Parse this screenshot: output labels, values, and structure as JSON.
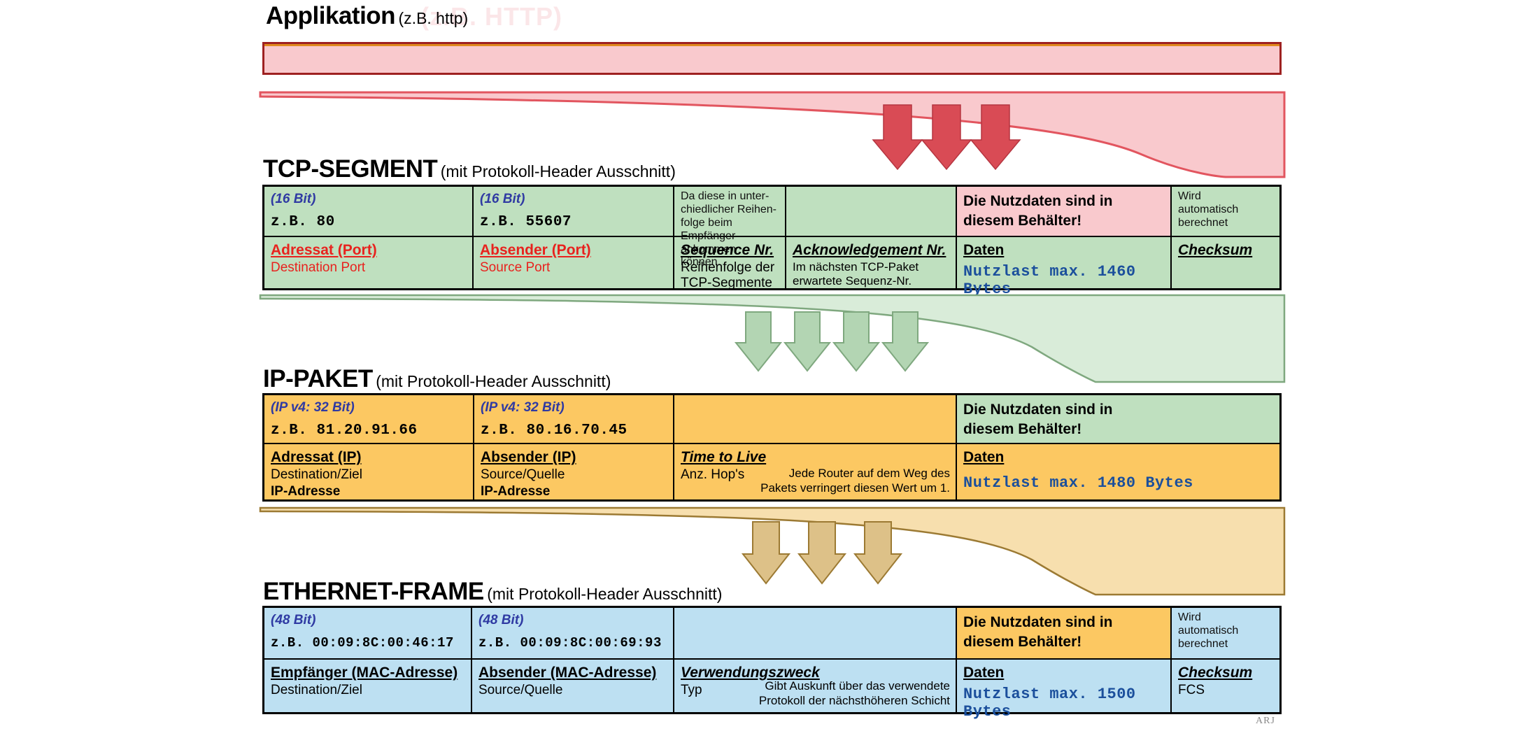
{
  "ghost_text": "(z.B. HTTP)",
  "signature": "ARJ",
  "colors": {
    "app_fill": "#f9c9cd",
    "app_border": "#9e2121",
    "tcp_fill": "#bfe0bf",
    "ip_fill": "#fcc862",
    "eth_fill": "#bde0f2",
    "blue_text": "#1b4f9c",
    "red_text": "#e8221e",
    "bits_text": "#2f3aa3"
  },
  "application": {
    "title_big": "Applikation",
    "title_small": "(z.B. http)"
  },
  "tcp": {
    "title_big": "TCP-SEGMENT",
    "title_small": "(mit Protokoll-Header Ausschnitt)",
    "columns": [
      {
        "top_bits": "(16 Bit)",
        "top_value": "z.B.  80",
        "header": "Adressat (Port)",
        "sub": "Destination Port"
      },
      {
        "top_bits": "(16 Bit)",
        "top_value": "z.B.  55607",
        "header": "Absender (Port)",
        "sub": "Source Port"
      },
      {
        "top_note": "Da diese in unter-\nchiedlicher Reihen-\nfolge beim Empfänger\nankommen können.",
        "header": "Sequence Nr.",
        "sub": "Reihenfolge der\nTCP-Segmente"
      },
      {
        "header": "Acknowledgement Nr.",
        "sub": "Im nächsten TCP-Paket\nerwartete Sequenz-Nr."
      },
      {
        "notice": "Die Nutzdaten sind in\ndiesem Behälter!",
        "header": "Daten",
        "payload": "Nutzlast max. 1460 Bytes"
      },
      {
        "top_note": "Wird\nautomatisch\nberechnet",
        "header": "Checksum"
      }
    ]
  },
  "ip": {
    "title_big": "IP-PAKET",
    "title_small": "(mit Protokoll-Header Ausschnitt)",
    "columns": [
      {
        "top_bits": "(IP v4: 32 Bit)",
        "top_value": "z.B.  81.20.91.66",
        "header": "Adressat (IP)",
        "sub": "Destination/Ziel",
        "sub2": "IP-Adresse"
      },
      {
        "top_bits": "(IP v4: 32 Bit)",
        "top_value": "z.B.  80.16.70.45",
        "header": "Absender (IP)",
        "sub": "Source/Quelle",
        "sub2": "IP-Adresse"
      },
      {
        "header": "Time to Live",
        "sub": "Anz. Hop's",
        "note_right": "Jede Router auf dem Weg des\nPakets verringert diesen Wert um 1."
      },
      {
        "notice": "Die Nutzdaten sind in\ndiesem Behälter!",
        "header": "Daten",
        "payload": "Nutzlast max. 1480 Bytes"
      }
    ]
  },
  "ethernet": {
    "title_big": "ETHERNET-FRAME",
    "title_small": "(mit Protokoll-Header Ausschnitt)",
    "columns": [
      {
        "top_bits": "(48 Bit)",
        "top_value": "z.B.  00:09:8C:00:46:17",
        "header": "Empfänger (MAC-Adresse)",
        "sub": "Destination/Ziel"
      },
      {
        "top_bits": "(48 Bit)",
        "top_value": "z.B.  00:09:8C:00:69:93",
        "header": "Absender (MAC-Adresse)",
        "sub": "Source/Quelle"
      },
      {
        "header": "Verwendungszweck",
        "sub": "Typ",
        "note_right": "Gibt Auskunft über das verwendete\nProtokoll der nächsthöheren Schicht"
      },
      {
        "notice": "Die Nutzdaten sind in\ndiesem Behälter!",
        "header": "Daten",
        "payload": "Nutzlast max. 1500 Bytes"
      },
      {
        "top_note": "Wird\nautomatisch\nberechnet",
        "header": "Checksum",
        "sub": "FCS"
      }
    ]
  },
  "funnels": [
    {
      "name": "app-to-tcp",
      "arrows": 3
    },
    {
      "name": "tcp-to-ip",
      "arrows": 4
    },
    {
      "name": "ip-to-eth",
      "arrows": 3
    }
  ]
}
